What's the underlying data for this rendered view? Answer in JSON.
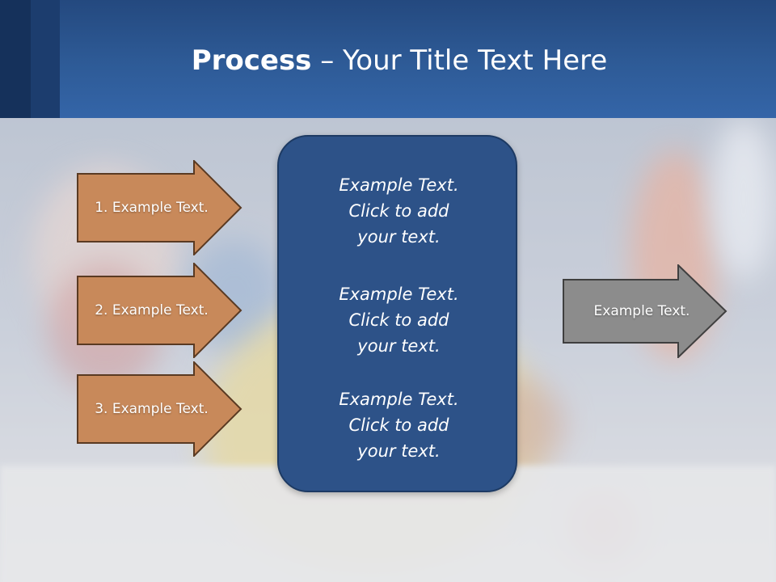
{
  "title": {
    "bold": "Process",
    "rest": " – Your Title Text Here"
  },
  "left_arrows": [
    {
      "label": "1. Example Text."
    },
    {
      "label": "2. Example Text."
    },
    {
      "label": "3. Example Text."
    }
  ],
  "center_blocks": [
    {
      "lines": [
        "Example Text.",
        "Click  to add",
        "your text."
      ]
    },
    {
      "lines": [
        "Example Text.",
        "Click  to add",
        "your text."
      ]
    },
    {
      "lines": [
        "Example Text.",
        "Click  to add",
        "your text."
      ]
    }
  ],
  "right_arrow": {
    "label": "Example Text."
  },
  "colors": {
    "header": "#2e5b97",
    "left_arrow_fill": "#c8895a",
    "left_arrow_stroke": "#5a3a22",
    "center_box": "#2d5288",
    "right_arrow_fill": "#8c8c8c",
    "right_arrow_stroke": "#3f3f3f"
  }
}
